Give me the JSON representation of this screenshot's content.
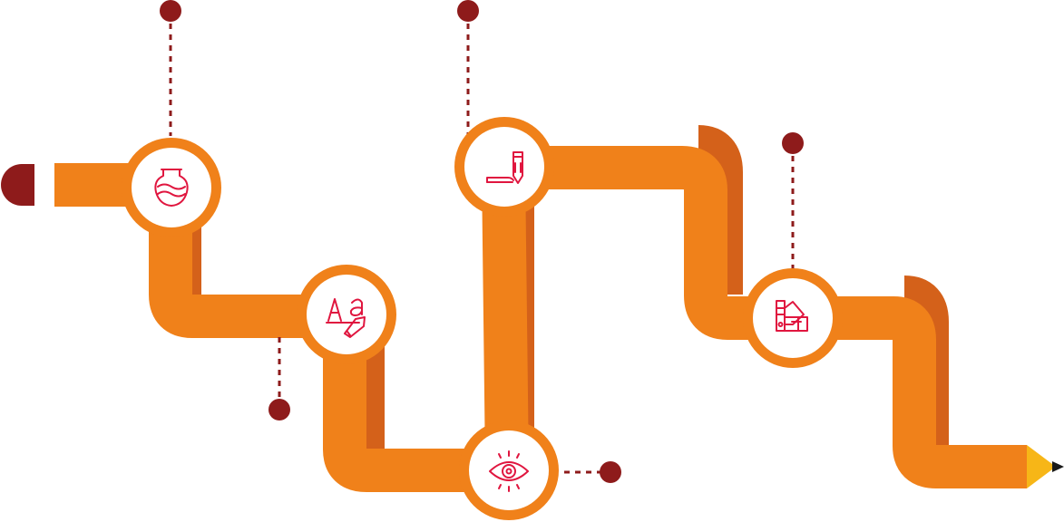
{
  "diagram": {
    "nodes": [
      {
        "id": "pottery",
        "icon": "pot-icon"
      },
      {
        "id": "typography",
        "icon": "font-pen-icon"
      },
      {
        "id": "vision",
        "icon": "eye-icon"
      },
      {
        "id": "drawing",
        "icon": "pencil-draw-icon"
      },
      {
        "id": "color",
        "icon": "color-swatch-icon"
      }
    ],
    "connectors": [
      {
        "node": "pottery",
        "direction": "up"
      },
      {
        "node": "typography",
        "direction": "down"
      },
      {
        "node": "vision",
        "direction": "right"
      },
      {
        "node": "drawing",
        "direction": "up"
      },
      {
        "node": "color",
        "direction": "up"
      }
    ],
    "colors": {
      "path": "#F0811A",
      "path_shadow": "#D4611A",
      "connector": "#8E1B1B",
      "icon": "#E0163F",
      "pencil_tip": "#F7B617",
      "pencil_point": "#1a1a1a",
      "background": "#FFFFFF"
    }
  }
}
